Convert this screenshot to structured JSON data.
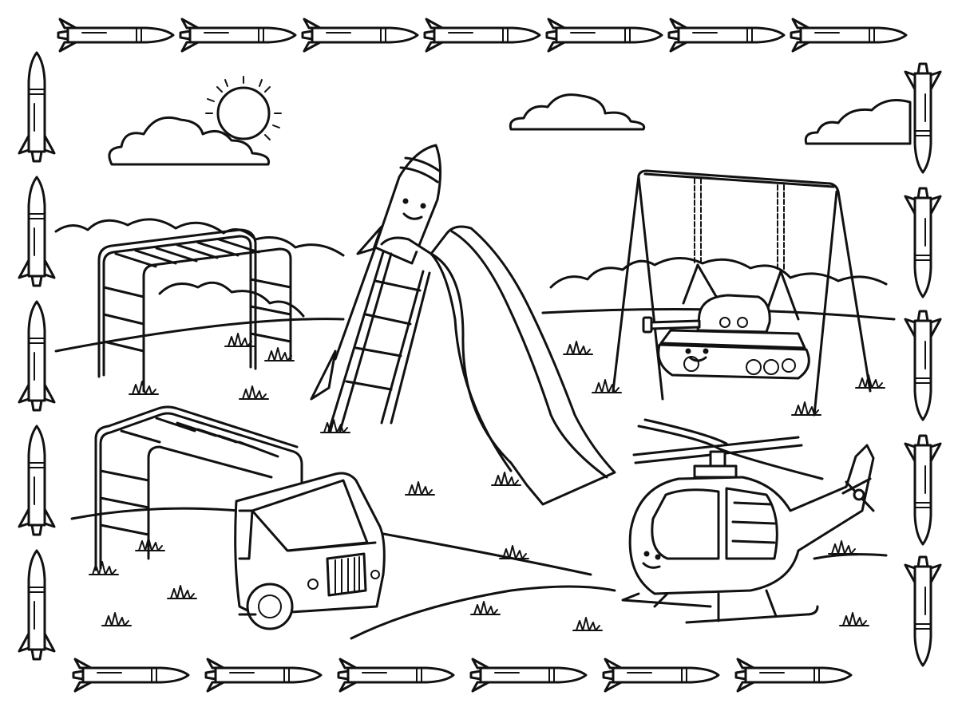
{
  "image": {
    "kind": "coloring-page",
    "line_color": "#111111",
    "background": "#ffffff",
    "border_motif": "rocket",
    "objects": [
      "rocket-border",
      "sun",
      "clouds",
      "bushes",
      "monkey-bars",
      "rocket-character",
      "slide",
      "swing-set",
      "tank-character",
      "truck",
      "helicopter-character",
      "path",
      "grass-tufts"
    ]
  }
}
